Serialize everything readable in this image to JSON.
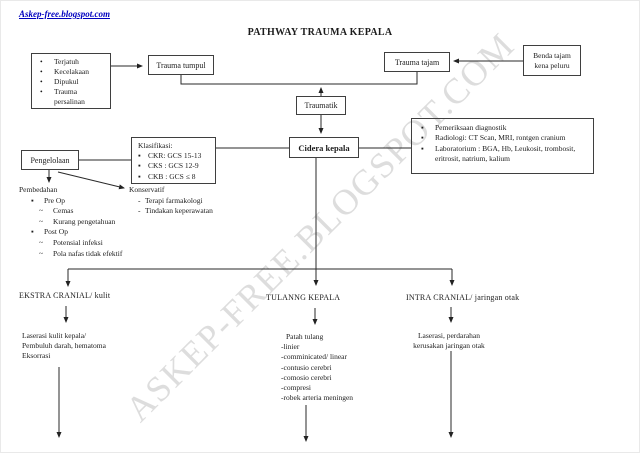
{
  "glyphs": {
    "dot": "•",
    "square": "▪",
    "tilde": "~",
    "dash": "-"
  },
  "header": {
    "link": "Askep-free.blogspot.com",
    "title": "PATHWAY TRAUMA KEPALA",
    "watermark": "ASKEP-FREE.BLOGSPOT.COM"
  },
  "boxes": {
    "causes": {
      "items": [
        "Terjatuh",
        "Kecelakaan",
        "Dipukul",
        "Trauma persalinan"
      ]
    },
    "trauma_tumpul": {
      "label": "Trauma tumpul"
    },
    "trauma_tajam": {
      "label": "Trauma tajam"
    },
    "benda_tajam": {
      "line1": "Benda tajam",
      "line2": "kena peluru"
    },
    "traumatik": {
      "label": "Traumatik"
    },
    "cidera_kepala": {
      "label": "Cidera kepala"
    },
    "klasifikasi": {
      "title": "Klasifikasi:",
      "items": [
        "CKR: GCS 15-13",
        "CKS : GCS 12-9",
        "CKB : GCS ≤ 8"
      ]
    },
    "pemeriksaan": {
      "items": [
        "Pemeriksaan diagnostik",
        "Radiologi: CT Scan, MRI, rontgen cranium",
        "Laboratorium : BGA, Hb, Leukosit, trombosit, eritrosit, natrium, kalium"
      ]
    },
    "pengelolaan": {
      "label": "Pengelolaan"
    }
  },
  "management": {
    "pembedahan": {
      "title": "Pembedahan",
      "pre_op": {
        "label": "Pre Op",
        "items": [
          "Cemas",
          "Kurang pengetahuan"
        ]
      },
      "post_op": {
        "label": "Post Op",
        "items": [
          "Potensial infeksi",
          "Pola nafas tidak efektif"
        ]
      }
    },
    "konservatif": {
      "title": "Konservatif",
      "items": [
        "Terapi farmakologi",
        "Tindakan  keperawatan"
      ]
    }
  },
  "branches": {
    "ekstra_cranial": {
      "label": "EKSTRA CRANIAL/ kulit",
      "detail": [
        "Laserasi kulit kepala/",
        "Pembuluh darah, hematoma",
        "Eksorrasi"
      ]
    },
    "tulang_kepala": {
      "label": "TULANNG KEPALA",
      "detail_title": "Patah tulang",
      "detail": [
        "-linier",
        "-comminicated/ linear",
        "-contusio cerebri",
        "-comosio cerebri",
        "-compresi",
        "-robek arteria meningen"
      ]
    },
    "intra_cranial": {
      "label": "INTRA CRANIAL/ jaringan otak",
      "detail": [
        "Laserasi, perdarahan",
        "kerusakan jaringan otak"
      ]
    }
  }
}
